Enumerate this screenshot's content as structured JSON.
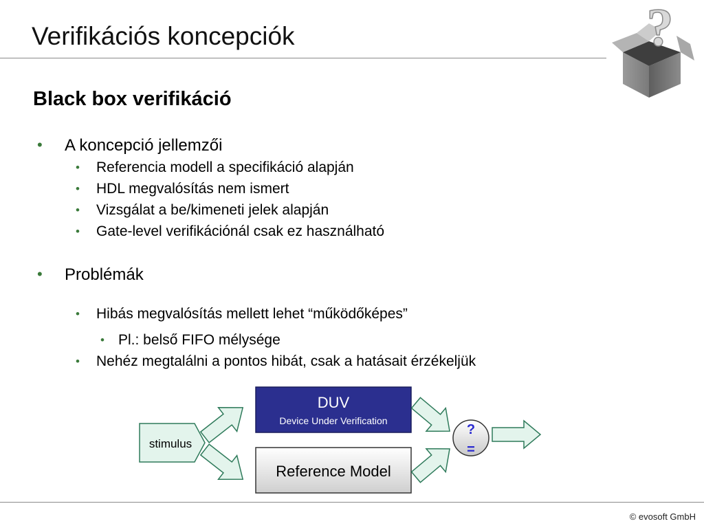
{
  "slide": {
    "title": "Verifikációs koncepciók",
    "heading": "Black box verifikáció",
    "bullet_char": "•",
    "sections": [
      {
        "label": "A koncepció jellemzői",
        "items": [
          "Referencia modell a specifikáció alapján",
          "HDL megvalósítás nem ismert",
          "Vizsgálat a be/kimeneti jelek alapján",
          "Gate-level verifikációnál csak ez használható"
        ]
      },
      {
        "label": "Problémák",
        "items": [
          {
            "text": "Hibás megvalósítás mellett lehet “működőképes”",
            "sub": [
              "Pl.: belső FIFO mélysége"
            ]
          },
          {
            "text": "Nehéz megtalálni a pontos hibát, csak a hatásait érzékeljük"
          }
        ]
      }
    ]
  },
  "diagram": {
    "stimulus_label": "stimulus",
    "duv_title": "DUV",
    "duv_subtitle": "Device Under Verification",
    "reference_label": "Reference Model",
    "compare_top": "?",
    "compare_bottom": "=",
    "colors": {
      "duv_fill": "#2b2f8f",
      "arrow_fill": "#e3f4ec",
      "arrow_stroke": "#2e7a5a",
      "compare_text": "#2a2ad0"
    }
  },
  "logo": {
    "icon": "question-box-icon",
    "mark": "?"
  },
  "footer": {
    "copyright": "© evosoft GmbH"
  }
}
